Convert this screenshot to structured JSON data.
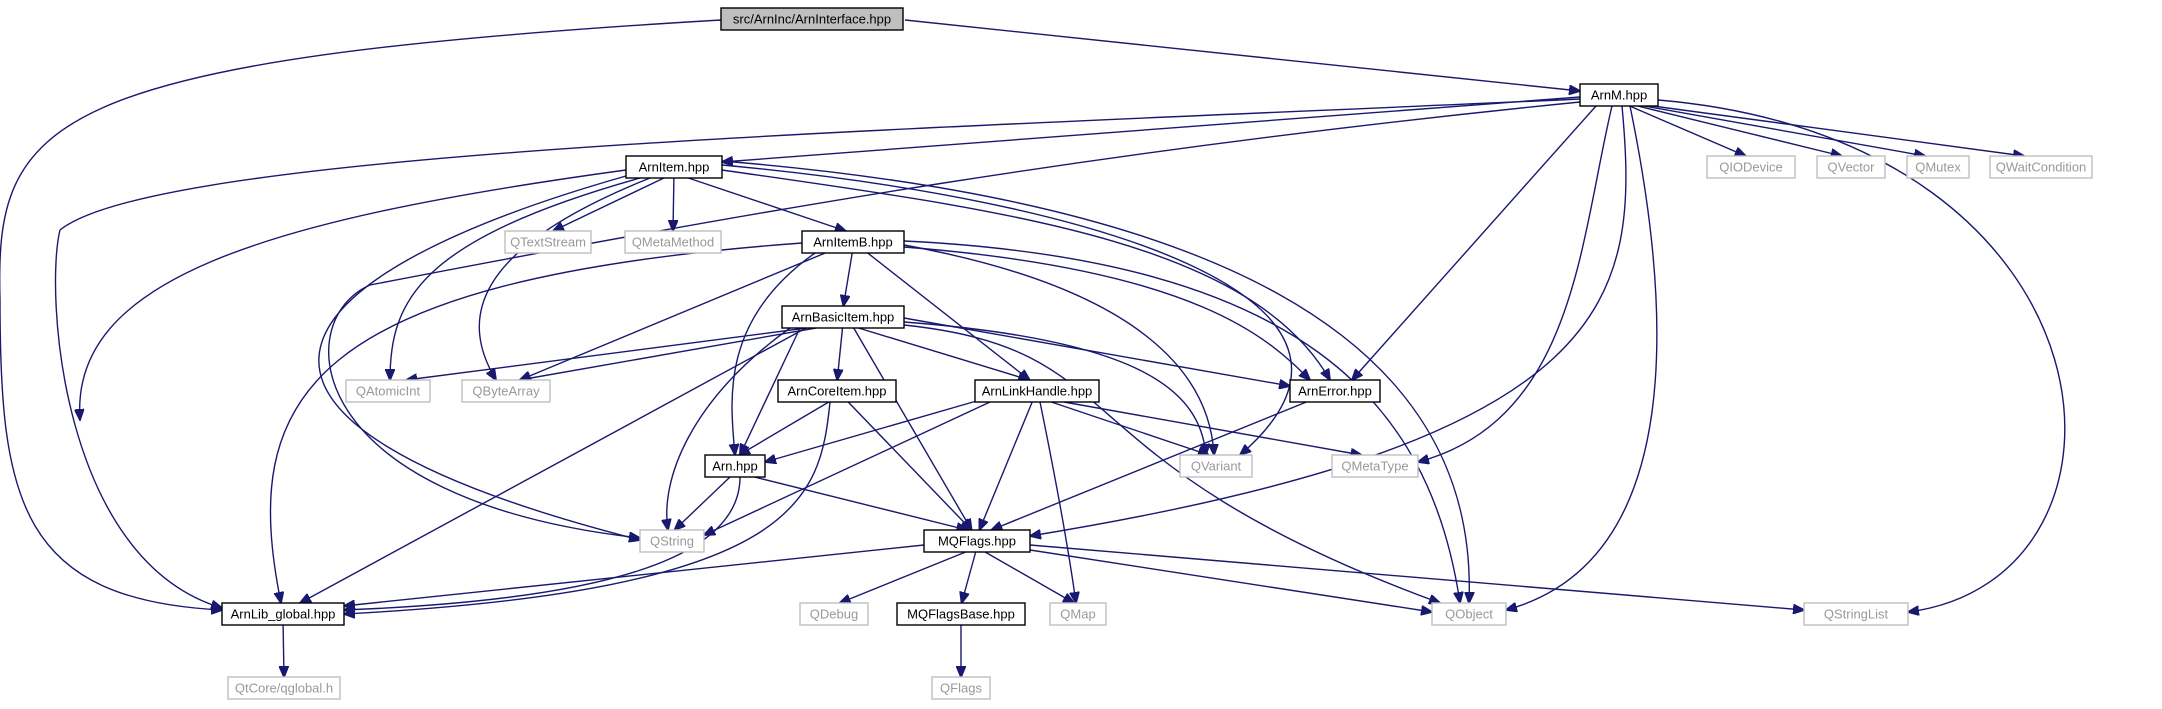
{
  "colors": {
    "edge": "#191970",
    "root_fill": "#bfbfbf",
    "local_border": "#000000",
    "external_border": "#bfbfbf",
    "local_text": "#000000",
    "external_text": "#999999"
  },
  "nodes": [
    {
      "id": "root",
      "label": "src/ArnInc/ArnInterface.hpp",
      "kind": "root"
    },
    {
      "id": "arnm",
      "label": "ArnM.hpp",
      "kind": "local"
    },
    {
      "id": "arnitem",
      "label": "ArnItem.hpp",
      "kind": "local"
    },
    {
      "id": "arnitemb",
      "label": "ArnItemB.hpp",
      "kind": "local"
    },
    {
      "id": "arnbasicitem",
      "label": "ArnBasicItem.hpp",
      "kind": "local"
    },
    {
      "id": "arncoreitem",
      "label": "ArnCoreItem.hpp",
      "kind": "local"
    },
    {
      "id": "arnlinkhandle",
      "label": "ArnLinkHandle.hpp",
      "kind": "local"
    },
    {
      "id": "arnerror",
      "label": "ArnError.hpp",
      "kind": "local"
    },
    {
      "id": "arn",
      "label": "Arn.hpp",
      "kind": "local"
    },
    {
      "id": "mqflags",
      "label": "MQFlags.hpp",
      "kind": "local"
    },
    {
      "id": "mqflagsbase",
      "label": "MQFlagsBase.hpp",
      "kind": "local"
    },
    {
      "id": "arnlibglobal",
      "label": "ArnLib_global.hpp",
      "kind": "local"
    },
    {
      "id": "qiodevice",
      "label": "QIODevice",
      "kind": "external"
    },
    {
      "id": "qvector",
      "label": "QVector",
      "kind": "external"
    },
    {
      "id": "qmutex",
      "label": "QMutex",
      "kind": "external"
    },
    {
      "id": "qwaitcondition",
      "label": "QWaitCondition",
      "kind": "external"
    },
    {
      "id": "qtextstream",
      "label": "QTextStream",
      "kind": "external"
    },
    {
      "id": "qmetamethod",
      "label": "QMetaMethod",
      "kind": "external"
    },
    {
      "id": "qatomicint",
      "label": "QAtomicInt",
      "kind": "external"
    },
    {
      "id": "qbytearray",
      "label": "QByteArray",
      "kind": "external"
    },
    {
      "id": "qvariant",
      "label": "QVariant",
      "kind": "external"
    },
    {
      "id": "qmetatype",
      "label": "QMetaType",
      "kind": "external"
    },
    {
      "id": "qstring",
      "label": "QString",
      "kind": "external"
    },
    {
      "id": "qdebug",
      "label": "QDebug",
      "kind": "external"
    },
    {
      "id": "qmap",
      "label": "QMap",
      "kind": "external"
    },
    {
      "id": "qobject",
      "label": "QObject",
      "kind": "external"
    },
    {
      "id": "qstringlist",
      "label": "QStringList",
      "kind": "external"
    },
    {
      "id": "qtcoreqglobal",
      "label": "QtCore/qglobal.h",
      "kind": "external"
    },
    {
      "id": "qflags",
      "label": "QFlags",
      "kind": "external"
    }
  ],
  "edges": [
    {
      "from": "root",
      "to": "arnm"
    },
    {
      "from": "root",
      "to": "arnlibglobal"
    },
    {
      "from": "arnm",
      "to": "arnitem"
    },
    {
      "from": "arnm",
      "to": "qiodevice"
    },
    {
      "from": "arnm",
      "to": "qvector"
    },
    {
      "from": "arnm",
      "to": "qmutex"
    },
    {
      "from": "arnm",
      "to": "qwaitcondition"
    },
    {
      "from": "arnm",
      "to": "qstringlist"
    },
    {
      "from": "arnm",
      "to": "arnerror"
    },
    {
      "from": "arnm",
      "to": "qmetatype"
    },
    {
      "from": "arnm",
      "to": "mqflags"
    },
    {
      "from": "arnm",
      "to": "qobject"
    },
    {
      "from": "arnm",
      "to": "arnlibglobal"
    },
    {
      "from": "arnm",
      "to": "qstring"
    },
    {
      "from": "arnitem",
      "to": "qtextstream"
    },
    {
      "from": "arnitem",
      "to": "qmetamethod"
    },
    {
      "from": "arnitem",
      "to": "arnitemb"
    },
    {
      "from": "arnitem",
      "to": "qatomicint"
    },
    {
      "from": "arnitem",
      "to": "qbytearray"
    },
    {
      "from": "arnitem",
      "to": "qstring"
    },
    {
      "from": "arnitem",
      "to": "arnlibglobal"
    },
    {
      "from": "arnitem",
      "to": "arnerror"
    },
    {
      "from": "arnitem",
      "to": "qvariant"
    },
    {
      "from": "arnitem",
      "to": "qobject"
    },
    {
      "from": "arnitemb",
      "to": "arnbasicitem"
    },
    {
      "from": "arnitemb",
      "to": "arnlinkhandle"
    },
    {
      "from": "arnitemb",
      "to": "arnerror"
    },
    {
      "from": "arnitemb",
      "to": "qvariant"
    },
    {
      "from": "arnitemb",
      "to": "qobject"
    },
    {
      "from": "arnitemb",
      "to": "qbytearray"
    },
    {
      "from": "arnitemb",
      "to": "arn"
    },
    {
      "from": "arnitemb",
      "to": "arnlibglobal"
    },
    {
      "from": "arnbasicitem",
      "to": "qatomicint"
    },
    {
      "from": "arnbasicitem",
      "to": "qbytearray"
    },
    {
      "from": "arnbasicitem",
      "to": "arncoreitem"
    },
    {
      "from": "arnbasicitem",
      "to": "arnlinkhandle"
    },
    {
      "from": "arnbasicitem",
      "to": "arnerror"
    },
    {
      "from": "arnbasicitem",
      "to": "qvariant"
    },
    {
      "from": "arnbasicitem",
      "to": "qobject"
    },
    {
      "from": "arnbasicitem",
      "to": "arn"
    },
    {
      "from": "arnbasicitem",
      "to": "qstring"
    },
    {
      "from": "arnbasicitem",
      "to": "mqflags"
    },
    {
      "from": "arnbasicitem",
      "to": "arnlibglobal"
    },
    {
      "from": "arncoreitem",
      "to": "arn"
    },
    {
      "from": "arncoreitem",
      "to": "mqflags"
    },
    {
      "from": "arncoreitem",
      "to": "arnlibglobal"
    },
    {
      "from": "arnlinkhandle",
      "to": "arn"
    },
    {
      "from": "arnlinkhandle",
      "to": "qvariant"
    },
    {
      "from": "arnlinkhandle",
      "to": "qmetatype"
    },
    {
      "from": "arnlinkhandle",
      "to": "mqflags"
    },
    {
      "from": "arnlinkhandle",
      "to": "qmap"
    },
    {
      "from": "arnlinkhandle",
      "to": "qstring"
    },
    {
      "from": "arnerror",
      "to": "mqflags"
    },
    {
      "from": "arn",
      "to": "qstring"
    },
    {
      "from": "arn",
      "to": "mqflags"
    },
    {
      "from": "arn",
      "to": "arnlibglobal"
    },
    {
      "from": "mqflags",
      "to": "arnlibglobal"
    },
    {
      "from": "mqflags",
      "to": "qdebug"
    },
    {
      "from": "mqflags",
      "to": "mqflagsbase"
    },
    {
      "from": "mqflags",
      "to": "qmap"
    },
    {
      "from": "mqflags",
      "to": "qobject"
    },
    {
      "from": "mqflags",
      "to": "qstringlist"
    },
    {
      "from": "mqflagsbase",
      "to": "qflags"
    },
    {
      "from": "arnlibglobal",
      "to": "qtcoreqglobal"
    }
  ]
}
